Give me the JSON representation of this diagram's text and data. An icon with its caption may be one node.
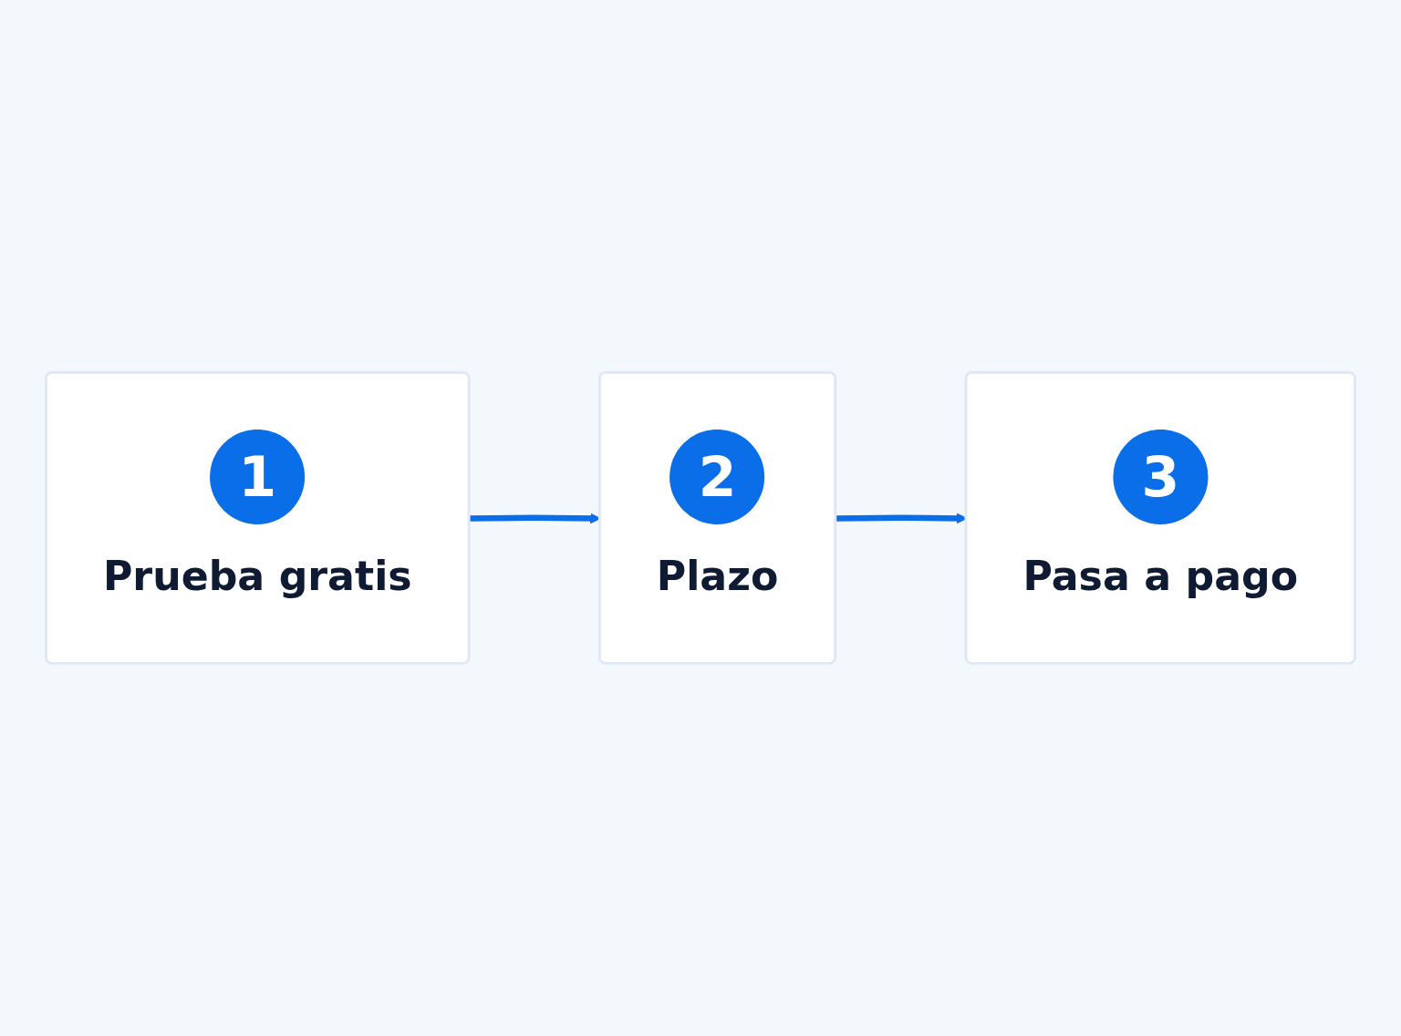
{
  "diagram": {
    "nodes": [
      {
        "text": [
          "1",
          "Prueba gratis"
        ]
      },
      {
        "text": [
          "2",
          "Plazo"
        ]
      },
      {
        "text": [
          "3",
          "Pasa a pago"
        ]
      }
    ],
    "edges": [
      {
        "from": 0,
        "to": 1,
        "arrow": "to"
      },
      {
        "from": 1,
        "to": 2,
        "arrow": "to"
      }
    ]
  }
}
